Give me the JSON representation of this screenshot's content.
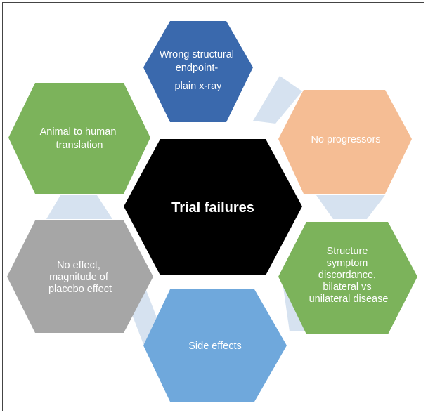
{
  "colors": {
    "connector": "#d6e2f0",
    "border": "#444444",
    "center_fill": "#000000",
    "center_text": "#ffffff",
    "hex_text": "#ffffff"
  },
  "center": {
    "label": "Trial failures"
  },
  "nodes": [
    {
      "id": "wrong-structural-endpoint",
      "lines": [
        "Wrong structural",
        "endpoint-",
        "plain x-ray"
      ],
      "fill": "#3a69ad"
    },
    {
      "id": "no-progressors",
      "lines": [
        "No progressors"
      ],
      "fill": "#f5bd94"
    },
    {
      "id": "structure-symptom",
      "lines": [
        "Structure",
        "symptom",
        "discordance,",
        "bilateral vs",
        "unilateral disease"
      ],
      "fill": "#7cb35b"
    },
    {
      "id": "side-effects",
      "lines": [
        "Side effects"
      ],
      "fill": "#6fa8dc"
    },
    {
      "id": "no-effect",
      "lines": [
        "No effect,",
        "magnitude of",
        "placebo effect"
      ],
      "fill": "#a6a6a6"
    },
    {
      "id": "animal-to-human",
      "lines": [
        "Animal to human",
        "translation"
      ],
      "fill": "#7cb35b"
    }
  ]
}
